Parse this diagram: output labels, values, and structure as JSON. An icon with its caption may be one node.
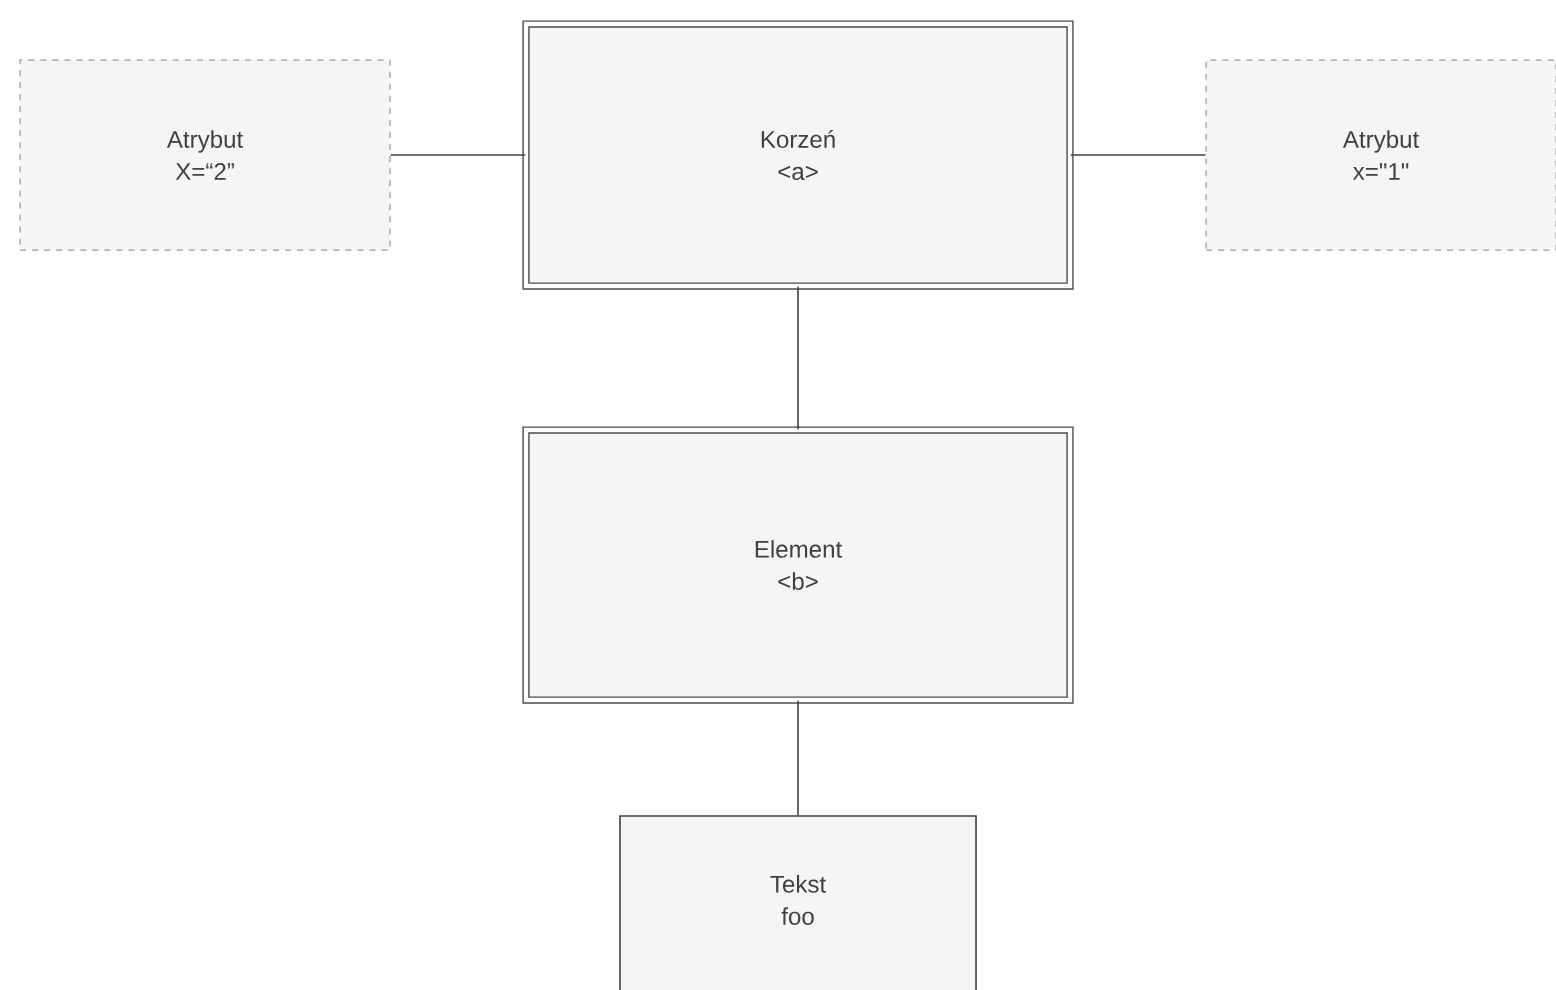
{
  "diagram": {
    "nodes": [
      {
        "text": [
          "Korzeń",
          "<a>"
        ]
      },
      {
        "text": [
          "Atrybut",
          "X=“2”"
        ]
      },
      {
        "text": [
          "Atrybut",
          "x=\"1\""
        ]
      },
      {
        "text": [
          "Element",
          "<b>"
        ]
      },
      {
        "text": [
          "Tekst",
          "foo"
        ]
      }
    ],
    "edges": [
      {
        "from": 0,
        "to": 1,
        "arrow": "none"
      },
      {
        "from": 0,
        "to": 2,
        "arrow": "none"
      },
      {
        "from": 0,
        "to": 3,
        "arrow": "none"
      },
      {
        "from": 3,
        "to": 4,
        "arrow": "none"
      }
    ]
  }
}
